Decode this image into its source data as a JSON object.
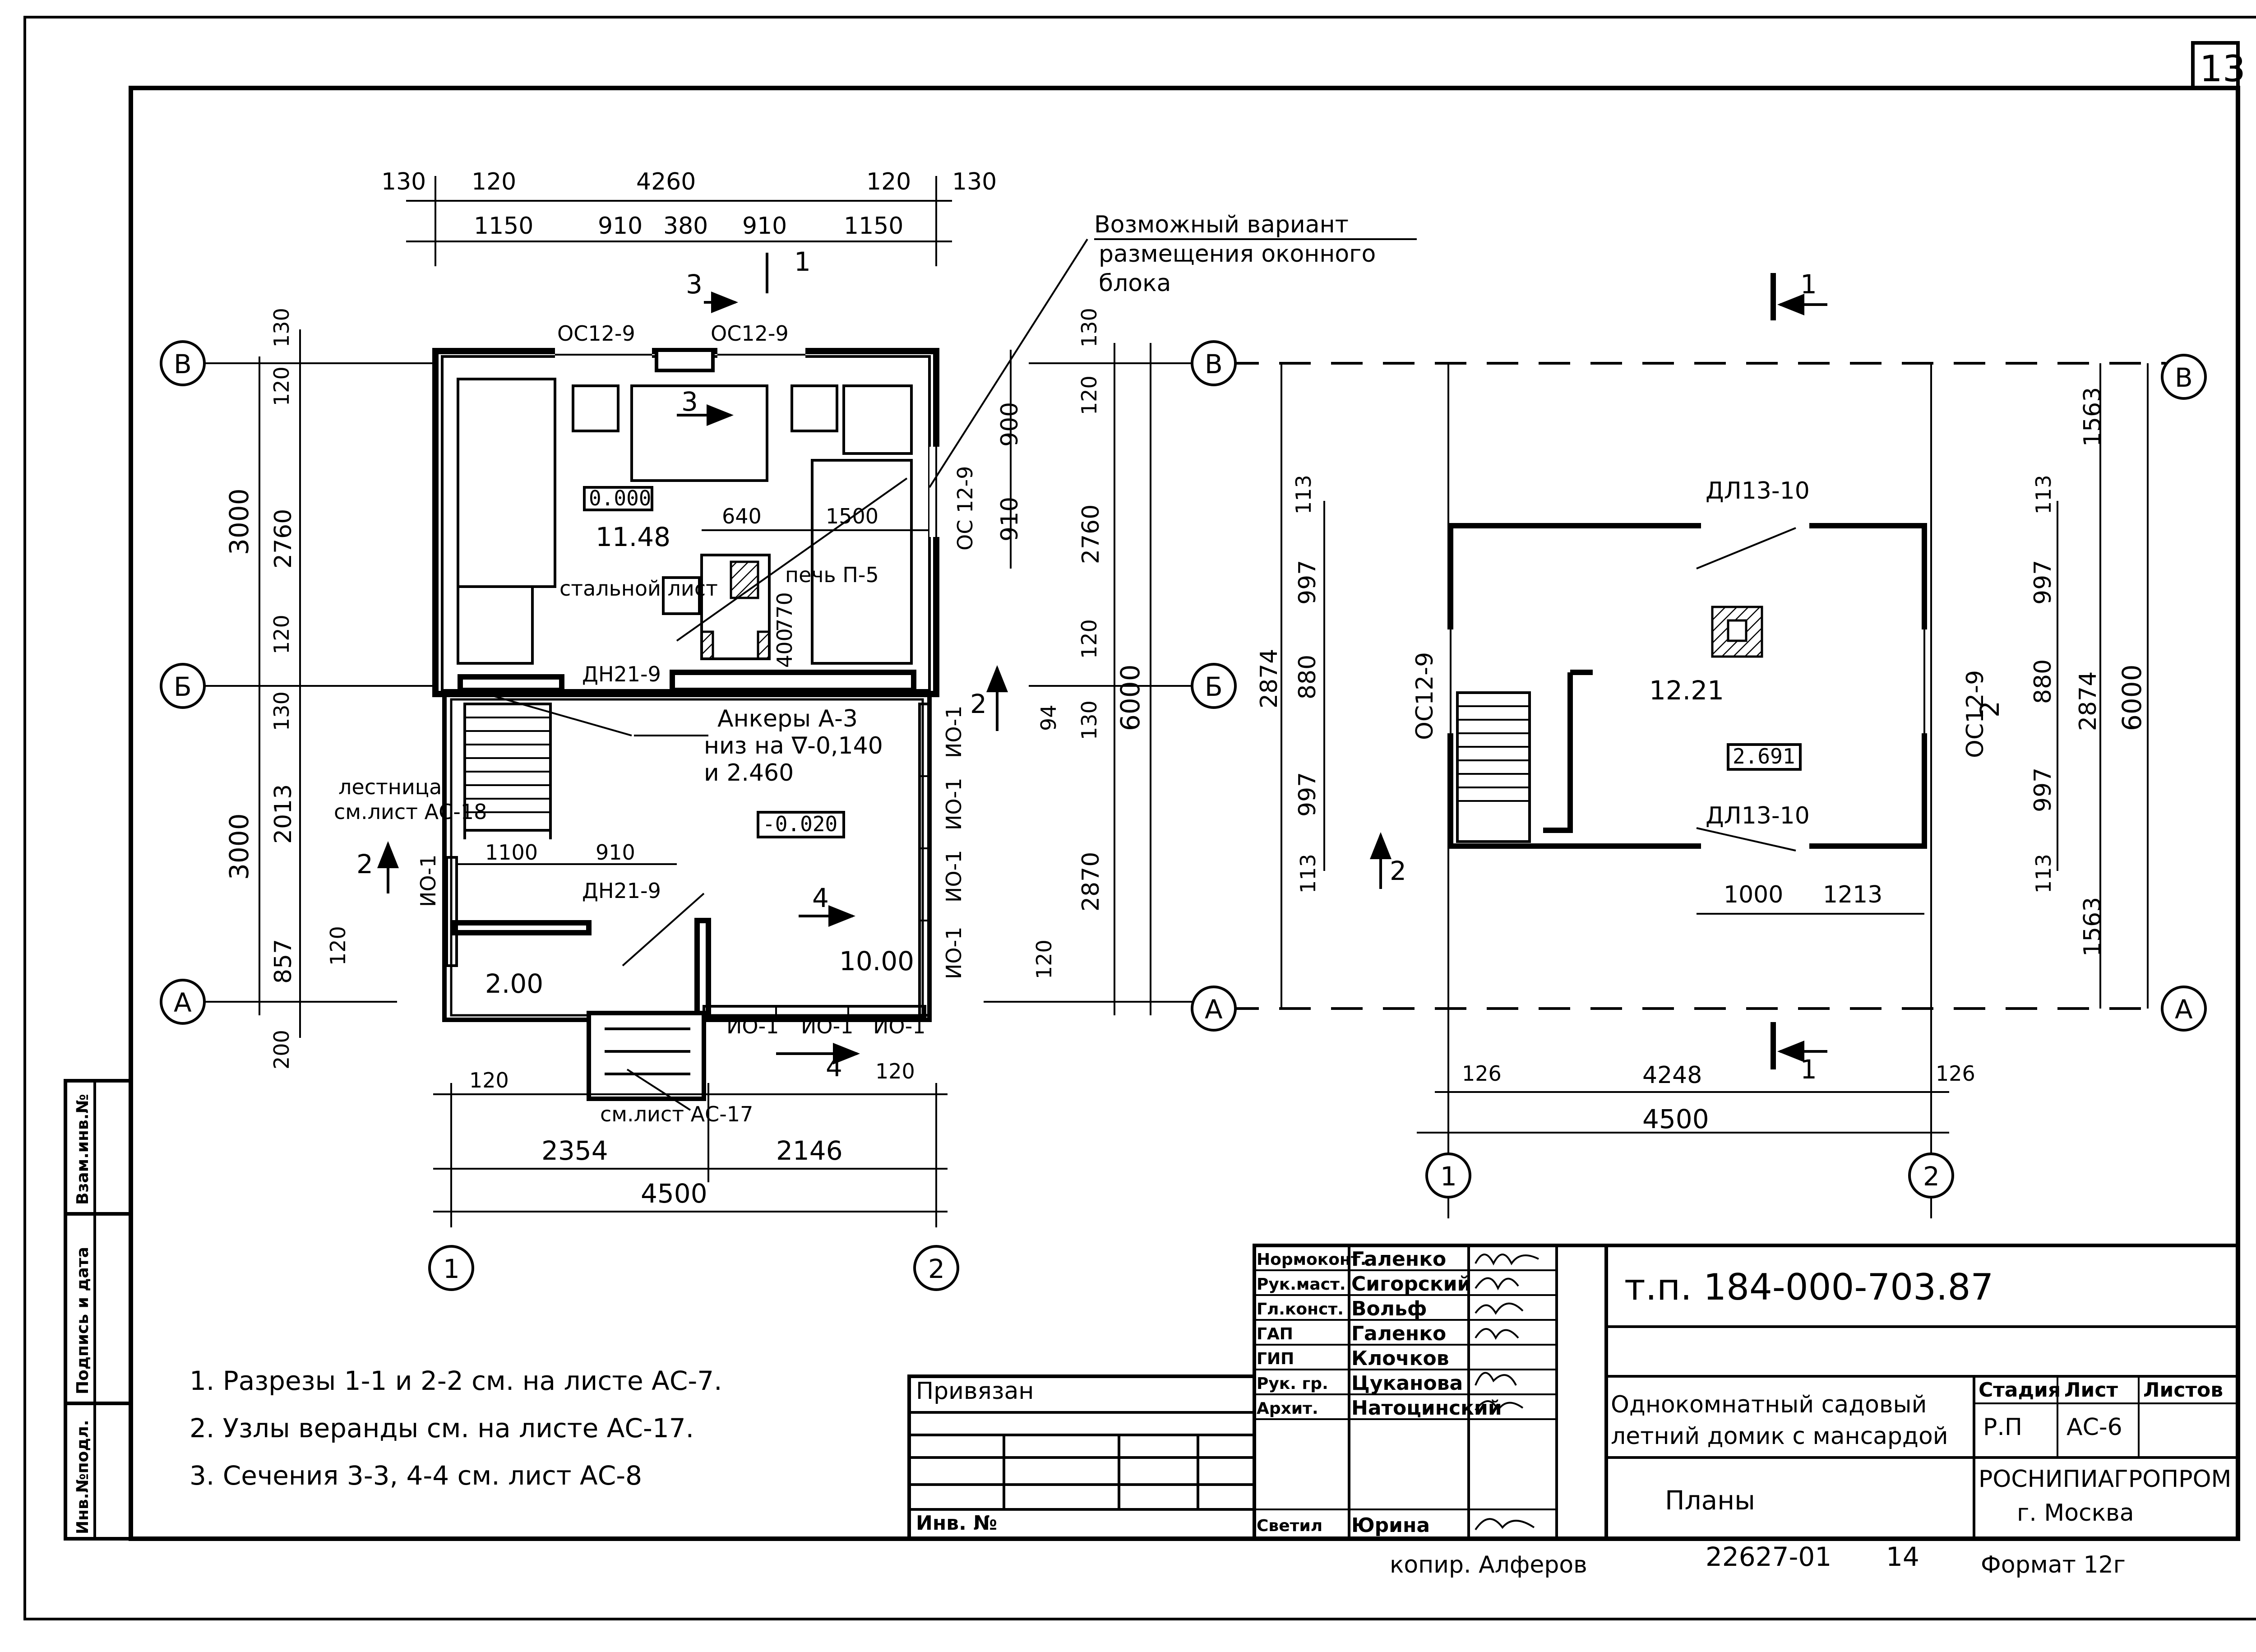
{
  "sheet_number": "13",
  "stamp": {
    "project_code": "т.п. 184-000-703.87",
    "title_line1": "Однокомнатный садовый",
    "title_line2": "летний домик с мансардой",
    "sheet_name": "Планы",
    "stage_header": "Стадия",
    "sheet_header": "Лист",
    "sheets_header": "Листов",
    "stage": "Р.П",
    "sheet": "АС-6",
    "organization": "РОСНИПИАГРОПРОМ",
    "city": "г. Москва",
    "privyazan": "Привязан",
    "inv_no": "Инв. №",
    "copy_label": "копир. Алферов",
    "order_no": "22627-01",
    "copy_sheet": "14",
    "format": "Формат 12г",
    "roles": [
      {
        "role": "Нормоконт.",
        "name": "Галенко"
      },
      {
        "role": "Рук.маст.",
        "name": "Сигорский"
      },
      {
        "role": "Гл.конст.",
        "name": "Вольф"
      },
      {
        "role": "ГАП",
        "name": "Галенко"
      },
      {
        "role": "ГИП",
        "name": "Клочков"
      },
      {
        "role": "Рук. гр.",
        "name": "Цуканова"
      },
      {
        "role": "Архит.",
        "name": "Натоцинский"
      },
      {
        "role": "Светил",
        "name": "Юрина"
      }
    ],
    "side_labels": [
      "Инв.№подл.",
      "Подпись и дата",
      "Взам.инв.№"
    ]
  },
  "notes": [
    "1. Разрезы 1-1 и 2-2 см. на листе АС-7.",
    "2. Узлы веранды см. на листе АС-17.",
    "3. Сечения 3-3, 4-4 см. лист АС-8"
  ],
  "callout": {
    "line1": "Возможный вариант",
    "line2": "размещения оконного",
    "line3": "блока"
  },
  "axes": {
    "a": "А",
    "b": "Б",
    "v": "В",
    "one": "1",
    "two": "2"
  },
  "plan1": {
    "top_dims_1": [
      "130",
      "120",
      "4260",
      "120",
      "130"
    ],
    "top_dims_2": [
      "1150",
      "910",
      "380",
      "910",
      "1150"
    ],
    "windows_top": [
      "ОС12-9",
      "ОС12-9"
    ],
    "window_right": "ОС 12-9",
    "left_dims_outer": [
      "3000",
      "3000"
    ],
    "left_dims_inner": [
      "130",
      "120",
      "2760",
      "120",
      "130",
      "2013",
      "857",
      "200"
    ],
    "right_dims": [
      "900",
      "910"
    ],
    "dims_120": "120",
    "room1_area": "11.48",
    "room1_level": "0.000",
    "stove_dims": [
      "640",
      "1500"
    ],
    "stove_dims_v": [
      "770",
      "400"
    ],
    "steel_sheet": "стальной лист",
    "stove": "печь П-5",
    "door1": "ДН21-9",
    "anchors_line1": "Анкеры А-3",
    "anchors_line2": "низ на ∇-0,140",
    "anchors_line3": "и 2.460",
    "stair_line1": "лестница",
    "stair_line2": "см.лист АС-18",
    "veranda_level": "-0.020",
    "veranda_dims": [
      "1100",
      "910"
    ],
    "door2": "ДН21-9",
    "room2_area": "2.00",
    "room3_area": "10.00",
    "io": "ИО-1",
    "see_ac17": "см.лист АС-17",
    "bottom_dims_1": [
      "120",
      "120"
    ],
    "bottom_dims_2": [
      "2354",
      "2146"
    ],
    "bottom_dim_total": "4500",
    "section_3": "3",
    "section_4": "4",
    "section_1": "1",
    "section_2": "2"
  },
  "middle_dims": {
    "outer": "6000",
    "inner": [
      "130",
      "120",
      "2760",
      "120",
      "130",
      "2870",
      "120"
    ],
    "small": "94"
  },
  "plan2": {
    "room_area": "12.21",
    "level": "2.691",
    "window_top": "ДЛ13-10",
    "window_bottom": "ДЛ13-10",
    "window_left": "ОС12-9",
    "window_right": "ОС12-9",
    "left_dims": [
      "2874",
      "113",
      "997",
      "880",
      "997",
      "113"
    ],
    "right_dims_outer": "6000",
    "right_dims_inner": [
      "1563",
      "113",
      "997",
      "880",
      "2874",
      "997",
      "113",
      "1563"
    ],
    "inner_dims": [
      "1000",
      "1213"
    ],
    "bottom_dims_1": [
      "126",
      "4248",
      "126"
    ],
    "bottom_dim_total": "4500",
    "section_1": "1",
    "section_2": "2"
  }
}
